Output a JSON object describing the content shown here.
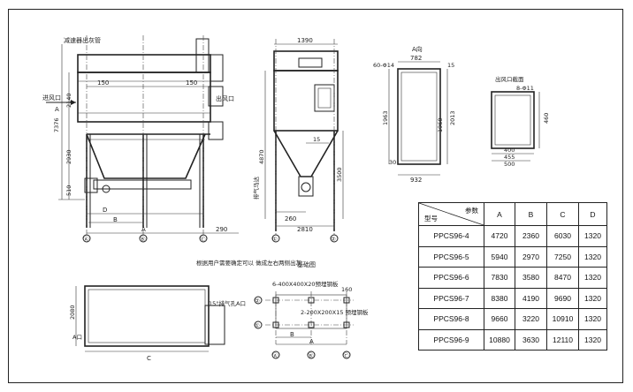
{
  "labels": {
    "top_view_title": "减速器出灰管",
    "inlet": "进风口",
    "outlet": "出风口",
    "a_view": "A向",
    "outlet_detail": "出风口截面",
    "motor_note": "排气马达",
    "top_plan_note": "根据用户需要确定可以\n做成左右两侧出灰",
    "foundation_title": "基础图",
    "anchor_note": "6-400X400X20预埋钢板",
    "anchor_note2": "2-200X200X15\n预埋钢板",
    "blowdown": "15°排气孔A口",
    "a_port": "A口",
    "dims": {
      "d1390": "1390",
      "d782": "782",
      "d150a": "150",
      "d150b": "150",
      "d2140": "2140",
      "d7376": "7376",
      "d2930": "2930",
      "d510": "510",
      "d30": "30",
      "d15": "15",
      "d4870": "4870",
      "d3500": "3500",
      "d2810": "2810",
      "d290": "290",
      "d260": "260",
      "d1960": "1960",
      "d2013": "2013",
      "d1963": "1963",
      "d932": "932",
      "d60": "60-Φ14",
      "d8": "8-Φ11",
      "d400": "400",
      "d455": "455",
      "d500": "500",
      "d2080": "2080",
      "d160": "160",
      "d460": "460",
      "axis_a": "A",
      "axis_b": "B",
      "axis_c": "C",
      "axis_d": "D",
      "grid_a": "Ⓐ",
      "grid_b": "Ⓑ",
      "grid_c": "Ⓒ",
      "grid_1": "①",
      "grid_2": "②"
    }
  },
  "table": {
    "header_param": "参数",
    "header_model": "型号",
    "columns": [
      "A",
      "B",
      "C",
      "D"
    ],
    "rows": [
      {
        "model": "PPCS96-4",
        "values": [
          "4720",
          "2360",
          "6030",
          "1320"
        ]
      },
      {
        "model": "PPCS96-5",
        "values": [
          "5940",
          "2970",
          "7250",
          "1320"
        ]
      },
      {
        "model": "PPCS96-6",
        "values": [
          "7830",
          "3580",
          "8470",
          "1320"
        ]
      },
      {
        "model": "PPCS96-7",
        "values": [
          "8380",
          "4190",
          "9690",
          "1320"
        ]
      },
      {
        "model": "PPCS96-8",
        "values": [
          "9660",
          "3220",
          "10910",
          "1320"
        ]
      },
      {
        "model": "PPCS96-9",
        "values": [
          "10880",
          "3630",
          "12110",
          "1320"
        ]
      }
    ]
  }
}
